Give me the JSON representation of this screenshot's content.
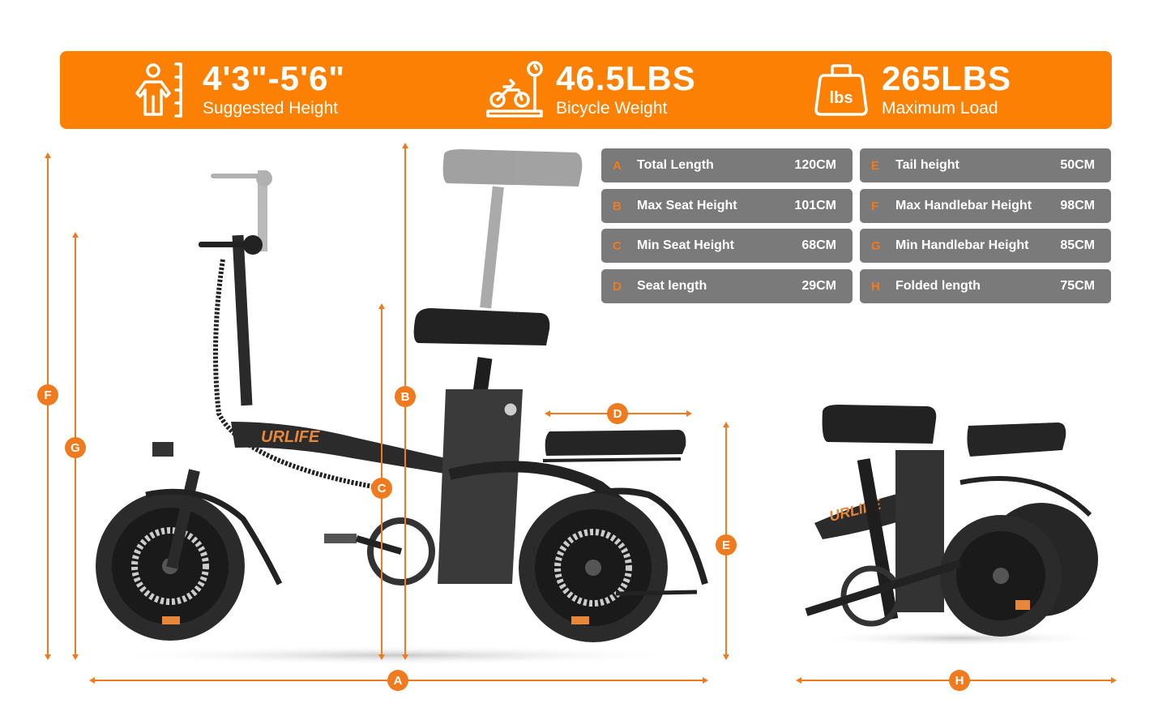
{
  "banner": {
    "background_color": "#fb8004",
    "stats": [
      {
        "icon": "person-height-icon",
        "value": "4'3\"-5'6\"",
        "label": "Suggested Height"
      },
      {
        "icon": "bicycle-scale-icon",
        "value": "46.5LBS",
        "label": "Bicycle Weight"
      },
      {
        "icon": "weight-lbs-icon",
        "value": "265LBS",
        "label": "Maximum Load"
      }
    ]
  },
  "specs": {
    "row_color": "#7a7a7a",
    "letter_color": "#f07a1e",
    "left": [
      {
        "letter": "A",
        "name": "Total Length",
        "value": "120CM"
      },
      {
        "letter": "B",
        "name": "Max Seat Height",
        "value": "101CM"
      },
      {
        "letter": "C",
        "name": "Min Seat Height",
        "value": "68CM"
      },
      {
        "letter": "D",
        "name": "Seat length",
        "value": "29CM"
      }
    ],
    "right": [
      {
        "letter": "E",
        "name": "Tail height",
        "value": "50CM"
      },
      {
        "letter": "F",
        "name": "Max Handlebar Height",
        "value": "98CM"
      },
      {
        "letter": "G",
        "name": "Min Handlebar Height",
        "value": "85CM"
      },
      {
        "letter": "H",
        "name": "Folded length",
        "value": "75CM"
      }
    ]
  },
  "dimension_markers": {
    "color": "#f07a1e",
    "labels": {
      "A": "A",
      "B": "B",
      "C": "C",
      "D": "D",
      "E": "E",
      "F": "F",
      "G": "G",
      "H": "H"
    }
  },
  "bike": {
    "brand_text": "URLIFE",
    "brand_color": "#e8863a"
  }
}
